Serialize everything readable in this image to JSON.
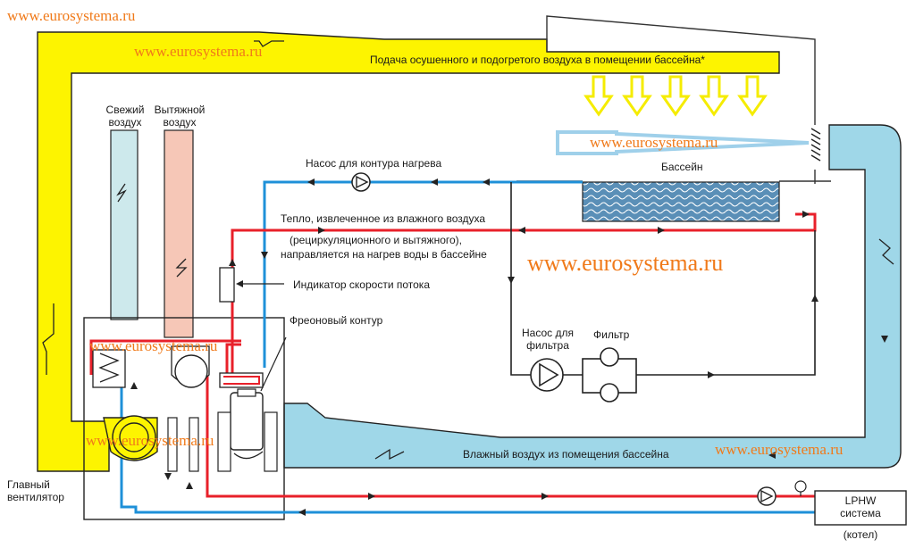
{
  "watermarks": {
    "w1": "www.eurosystema.ru",
    "w2": "www.eurosystema.ru",
    "w3": "www.eurosystema.ru",
    "w4": "www.eurosystema.ru",
    "w5": "www.eurosystema.ru",
    "w6": "www.eurosystema.ru",
    "w7": "www.eurosystema.ru"
  },
  "labels": {
    "supply_air": "Подача осушенного и подогретого воздуха в помещении бассейна*",
    "fresh_air_1": "Свежий",
    "fresh_air_2": "воздух",
    "exhaust_air_1": "Вытяжной",
    "exhaust_air_2": "воздух",
    "heating_pump": "Насос для контура нагрева",
    "pool": "Бассейн",
    "heat_1": "Тепло, извлеченное из влажного воздуха",
    "heat_2": "(рециркуляционного и вытяжного),",
    "heat_3": "направляется на нагрев воды в бассейне",
    "flow_indicator": "Индикатор скорости потока",
    "freon_circuit": "Фреоновый контур",
    "filter_pump_1": "Насос для",
    "filter_pump_2": "фильтра",
    "filter": "Фильтр",
    "humid_air": "Влажный воздух из помещения бассейна",
    "main_fan_1": "Главный",
    "main_fan_2": "вентилятор",
    "lphw_1": "LPHW",
    "lphw_2": "система",
    "boiler": "(котел)"
  },
  "colors": {
    "supply_duct": "#fdf400",
    "return_duct": "#9fd7e8",
    "fresh_duct": "#cde9ec",
    "exhaust_duct": "#f6c7b7",
    "hot_pipe": "#e8202a",
    "cold_pipe": "#1e90d8",
    "pool_water": "#5a8fb7",
    "watermark": "#f07a1a"
  }
}
